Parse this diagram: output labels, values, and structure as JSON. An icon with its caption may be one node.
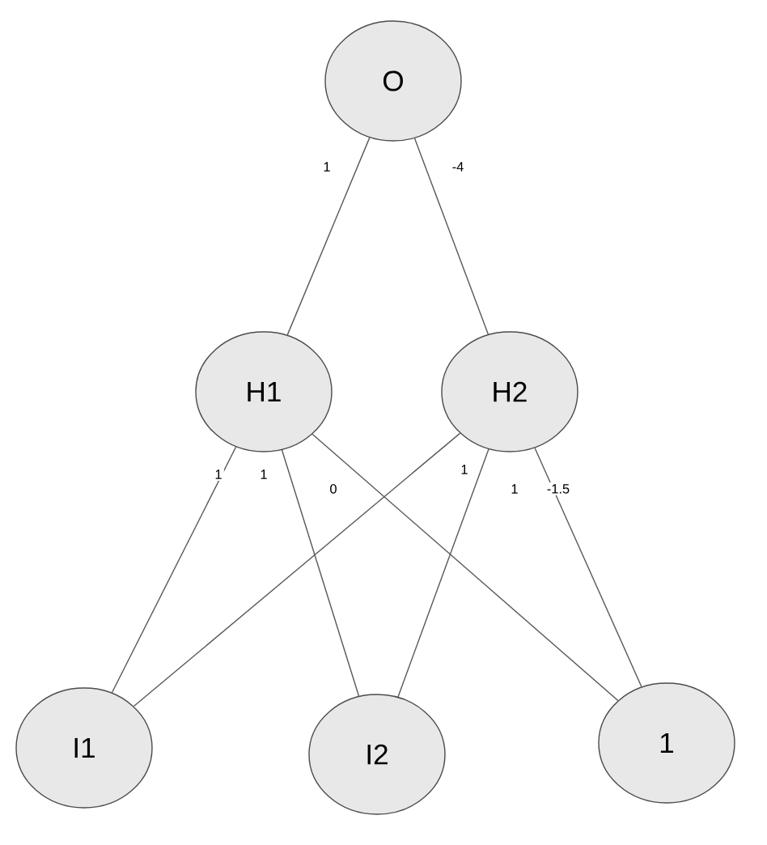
{
  "diagram": {
    "nodes": [
      {
        "text": [
          "O"
        ]
      },
      {
        "text": [
          "H1"
        ]
      },
      {
        "text": [
          "H2"
        ]
      },
      {
        "text": [
          "I1"
        ]
      },
      {
        "text": [
          "I2"
        ]
      },
      {
        "text": [
          "1"
        ]
      }
    ],
    "edges": [
      {
        "from": 0,
        "to": 1,
        "arrow": "none",
        "label": "1"
      },
      {
        "from": 0,
        "to": 2,
        "arrow": "none",
        "label": "-4"
      },
      {
        "from": 1,
        "to": 3,
        "arrow": "none",
        "label": "1"
      },
      {
        "from": 1,
        "to": 4,
        "arrow": "none",
        "label": "1"
      },
      {
        "from": 1,
        "to": 5,
        "arrow": "none",
        "label": "0"
      },
      {
        "from": 2,
        "to": 3,
        "arrow": "none",
        "label": "1"
      },
      {
        "from": 2,
        "to": 4,
        "arrow": "none",
        "label": "1"
      },
      {
        "from": 2,
        "to": 5,
        "arrow": "none",
        "label": "-1.5"
      }
    ]
  }
}
